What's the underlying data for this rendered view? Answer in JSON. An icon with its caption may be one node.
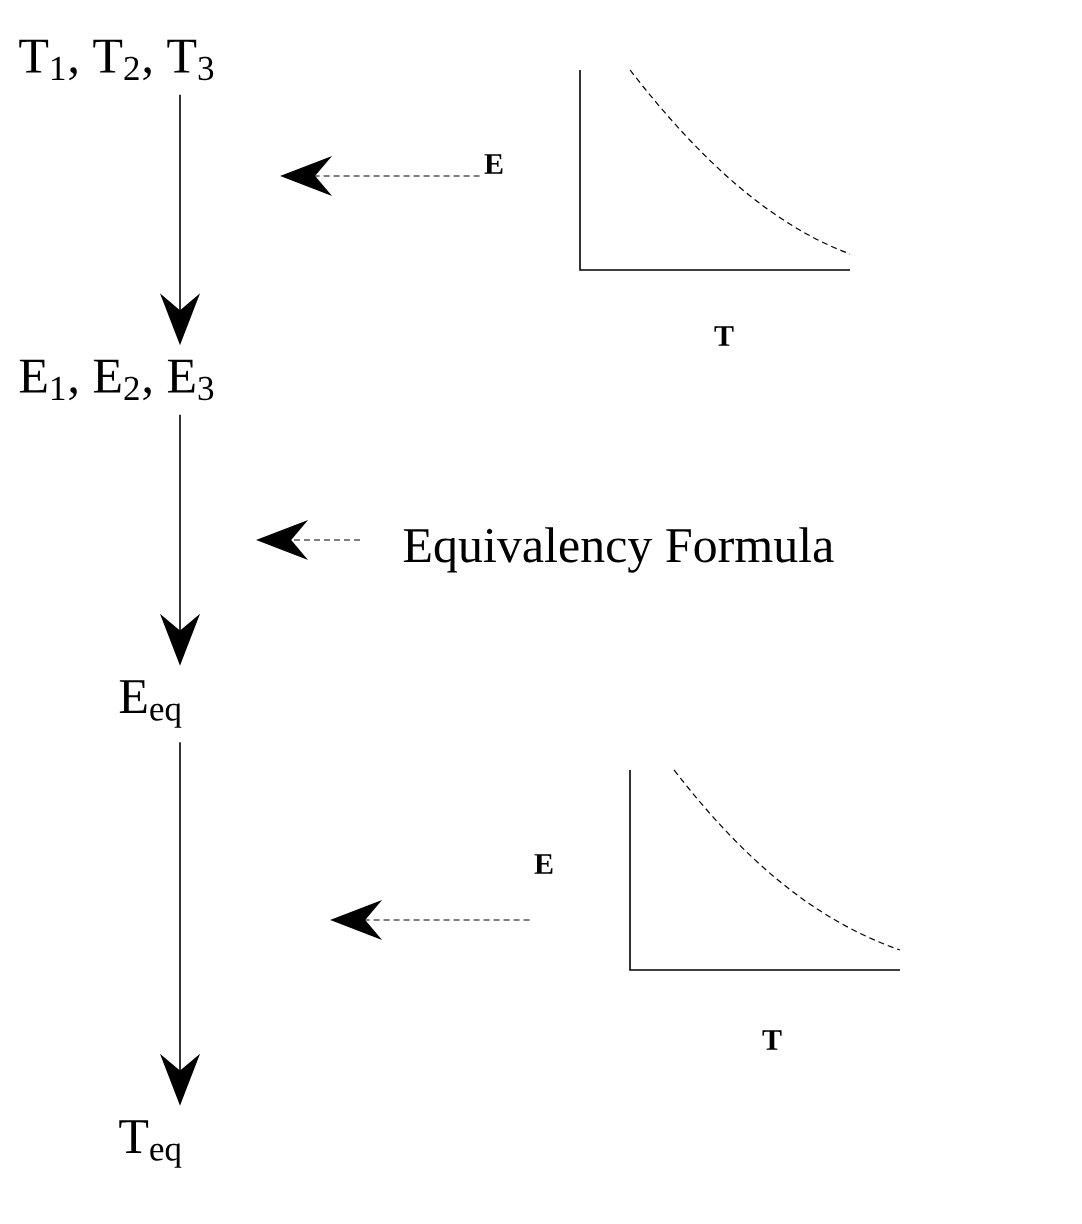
{
  "diagram": {
    "nodes": [
      {
        "text": [
          "T$_{1}$, T$_{2}$, T$_{3}$"
        ]
      },
      {
        "text": [
          "E$_{1}$, E$_{2}$, E$_{3}$"
        ]
      },
      {
        "text": [
          "E$_{eq}$"
        ]
      },
      {
        "text": [
          "T$_{eq}$"
        ]
      },
      {
        "text": [
          "Equivalency Formula"
        ]
      },
      {
        "text": [],
        "shape": "picture"
      },
      {
        "text": [],
        "shape": "picture"
      }
    ],
    "edges": [
      {
        "from": 0,
        "to": 1,
        "arrow": "to"
      },
      {
        "from": 1,
        "to": 2,
        "arrow": "to"
      },
      {
        "from": 2,
        "to": 3,
        "arrow": "to"
      },
      {
        "from": 5,
        "to": null,
        "arrow": "to",
        "style": "dashed"
      },
      {
        "from": 4,
        "to": null,
        "arrow": "to",
        "style": "dashed"
      },
      {
        "from": 6,
        "to": null,
        "arrow": "to",
        "style": "dashed"
      }
    ],
    "labels": [
      "E",
      "T",
      "E",
      "T"
    ]
  }
}
